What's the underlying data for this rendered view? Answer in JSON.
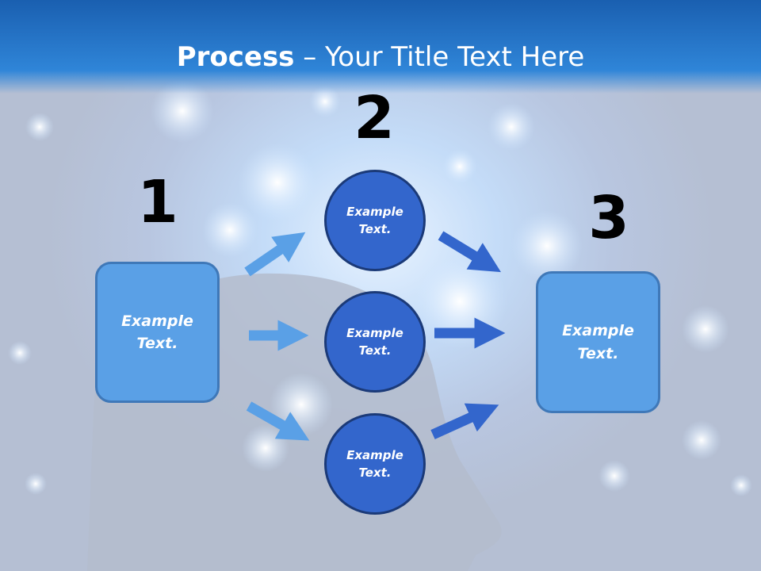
{
  "title": {
    "bold": "Process",
    "rest": " – Your Title Text Here"
  },
  "steps": {
    "one": "1",
    "two": "2",
    "three": "3"
  },
  "left_box": {
    "line1": "Example",
    "line2": "Text."
  },
  "circles": [
    {
      "line1": "Example",
      "line2": "Text."
    },
    {
      "line1": "Example",
      "line2": "Text."
    },
    {
      "line1": "Example",
      "line2": "Text."
    }
  ],
  "right_box": {
    "line1": "Example",
    "line2": "Text."
  },
  "colors": {
    "header": "#2f85d8",
    "light_blue": "#5aa0e6",
    "dark_blue": "#3366cc"
  }
}
